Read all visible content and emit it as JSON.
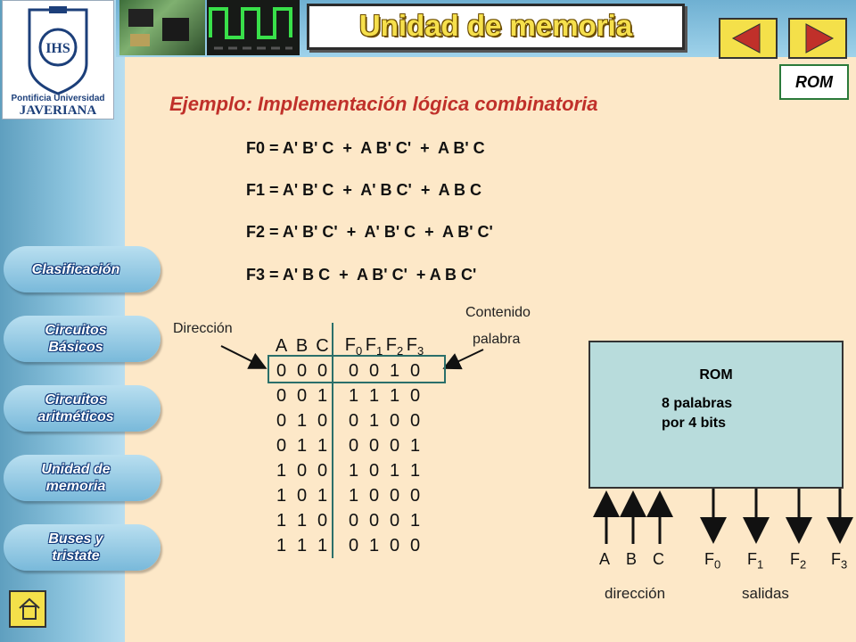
{
  "logo": {
    "text_line1": "Pontificia Universidad",
    "text_line2": "JAVERIANA"
  },
  "header": {
    "title": "Unidad de memoria",
    "tag": "ROM"
  },
  "nav": {
    "prev_icon": "triangle-left-icon",
    "next_icon": "triangle-right-icon",
    "home_icon": "home-icon"
  },
  "sidebar": {
    "items": [
      {
        "line1": "Clasificación",
        "line2": ""
      },
      {
        "line1": "Circuitos",
        "line2": "Básicos"
      },
      {
        "line1": "Circuitos",
        "line2": "aritméticos"
      },
      {
        "line1": "Unidad de",
        "line2": "memoria"
      },
      {
        "line1": "Buses y",
        "line2": "tristate"
      }
    ]
  },
  "main": {
    "subtitle": "Ejemplo: Implementación lógica combinatoria",
    "equations": [
      "F0 = A' B' C  +  A B' C'  +  A B' C",
      "F1 = A' B' C  +  A' B C'  +  A B C",
      "F2 = A' B' C'  +  A' B' C  +  A B' C'",
      "F3 = A' B C  +  A B' C'  + A B C'"
    ],
    "label_direccion": "Dirección",
    "label_contenido": "Contenido",
    "label_palabra": "palabra",
    "table": {
      "headers": [
        "A",
        "B",
        "C",
        "F",
        "F",
        "F",
        "F"
      ],
      "header_subs": [
        "",
        "",
        "",
        "0",
        "1",
        "2",
        "3"
      ],
      "rows": [
        [
          "0",
          "0",
          "0",
          "0",
          "0",
          "1",
          "0"
        ],
        [
          "0",
          "0",
          "1",
          "1",
          "1",
          "1",
          "0"
        ],
        [
          "0",
          "1",
          "0",
          "0",
          "1",
          "0",
          "0"
        ],
        [
          "0",
          "1",
          "1",
          "0",
          "0",
          "0",
          "1"
        ],
        [
          "1",
          "0",
          "0",
          "1",
          "0",
          "1",
          "1"
        ],
        [
          "1",
          "0",
          "1",
          "1",
          "0",
          "0",
          "0"
        ],
        [
          "1",
          "1",
          "0",
          "0",
          "0",
          "0",
          "1"
        ],
        [
          "1",
          "1",
          "1",
          "0",
          "1",
          "0",
          "0"
        ]
      ]
    },
    "rom_block": {
      "title": "ROM",
      "line1": "8 palabras",
      "line2": "por 4 bits"
    },
    "pins": {
      "inputs": [
        "A",
        "B",
        "C"
      ],
      "outputs": [
        {
          "name": "F",
          "sub": "0"
        },
        {
          "name": "F",
          "sub": "1"
        },
        {
          "name": "F",
          "sub": "2"
        },
        {
          "name": "F",
          "sub": "3"
        }
      ],
      "label_inputs": "dirección",
      "label_outputs": "salidas"
    }
  }
}
